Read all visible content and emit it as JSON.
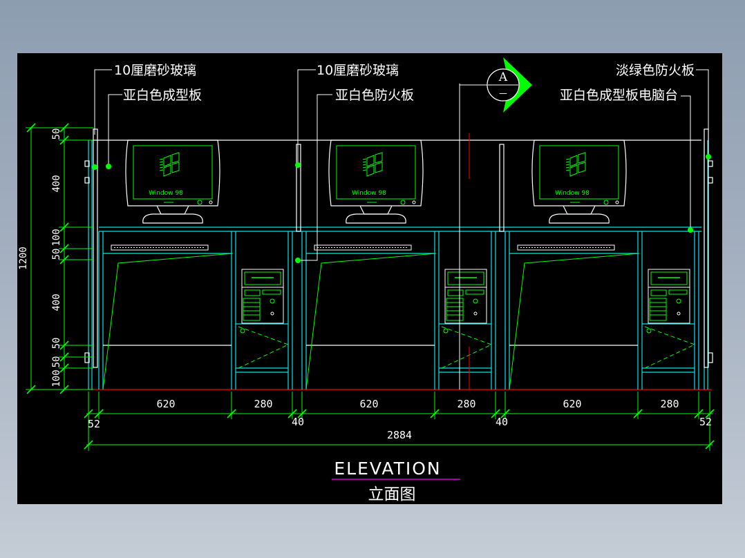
{
  "labels": {
    "left_glass": "10厘磨砂玻璃",
    "left_board": "亚白色成型板",
    "mid_glass": "10厘磨砂玻璃",
    "mid_board": "亚白色防火板",
    "right_fire": "淡绿色防火板",
    "right_desk": "亚白色成型板电脑台"
  },
  "section_mark": {
    "letter": "A",
    "sub": "—"
  },
  "monitor_text": "Window  98",
  "left_dims": {
    "total": "1200",
    "segments": [
      "50",
      "400",
      "100",
      "50",
      "400",
      "50",
      "50",
      "100"
    ]
  },
  "bottom_dims": {
    "widths": [
      "620",
      "280",
      "620",
      "280",
      "620",
      "280"
    ],
    "gaps": [
      "52",
      "40",
      "40",
      "52"
    ],
    "total": "2884"
  },
  "title": {
    "en": "ELEVATION",
    "zh": "立面图"
  },
  "colors": {
    "background": "#000000",
    "cyan": "#00e5e5",
    "green": "#00ff00",
    "white": "#ffffff",
    "red": "#ff0000",
    "magenta": "#ff00ff"
  }
}
